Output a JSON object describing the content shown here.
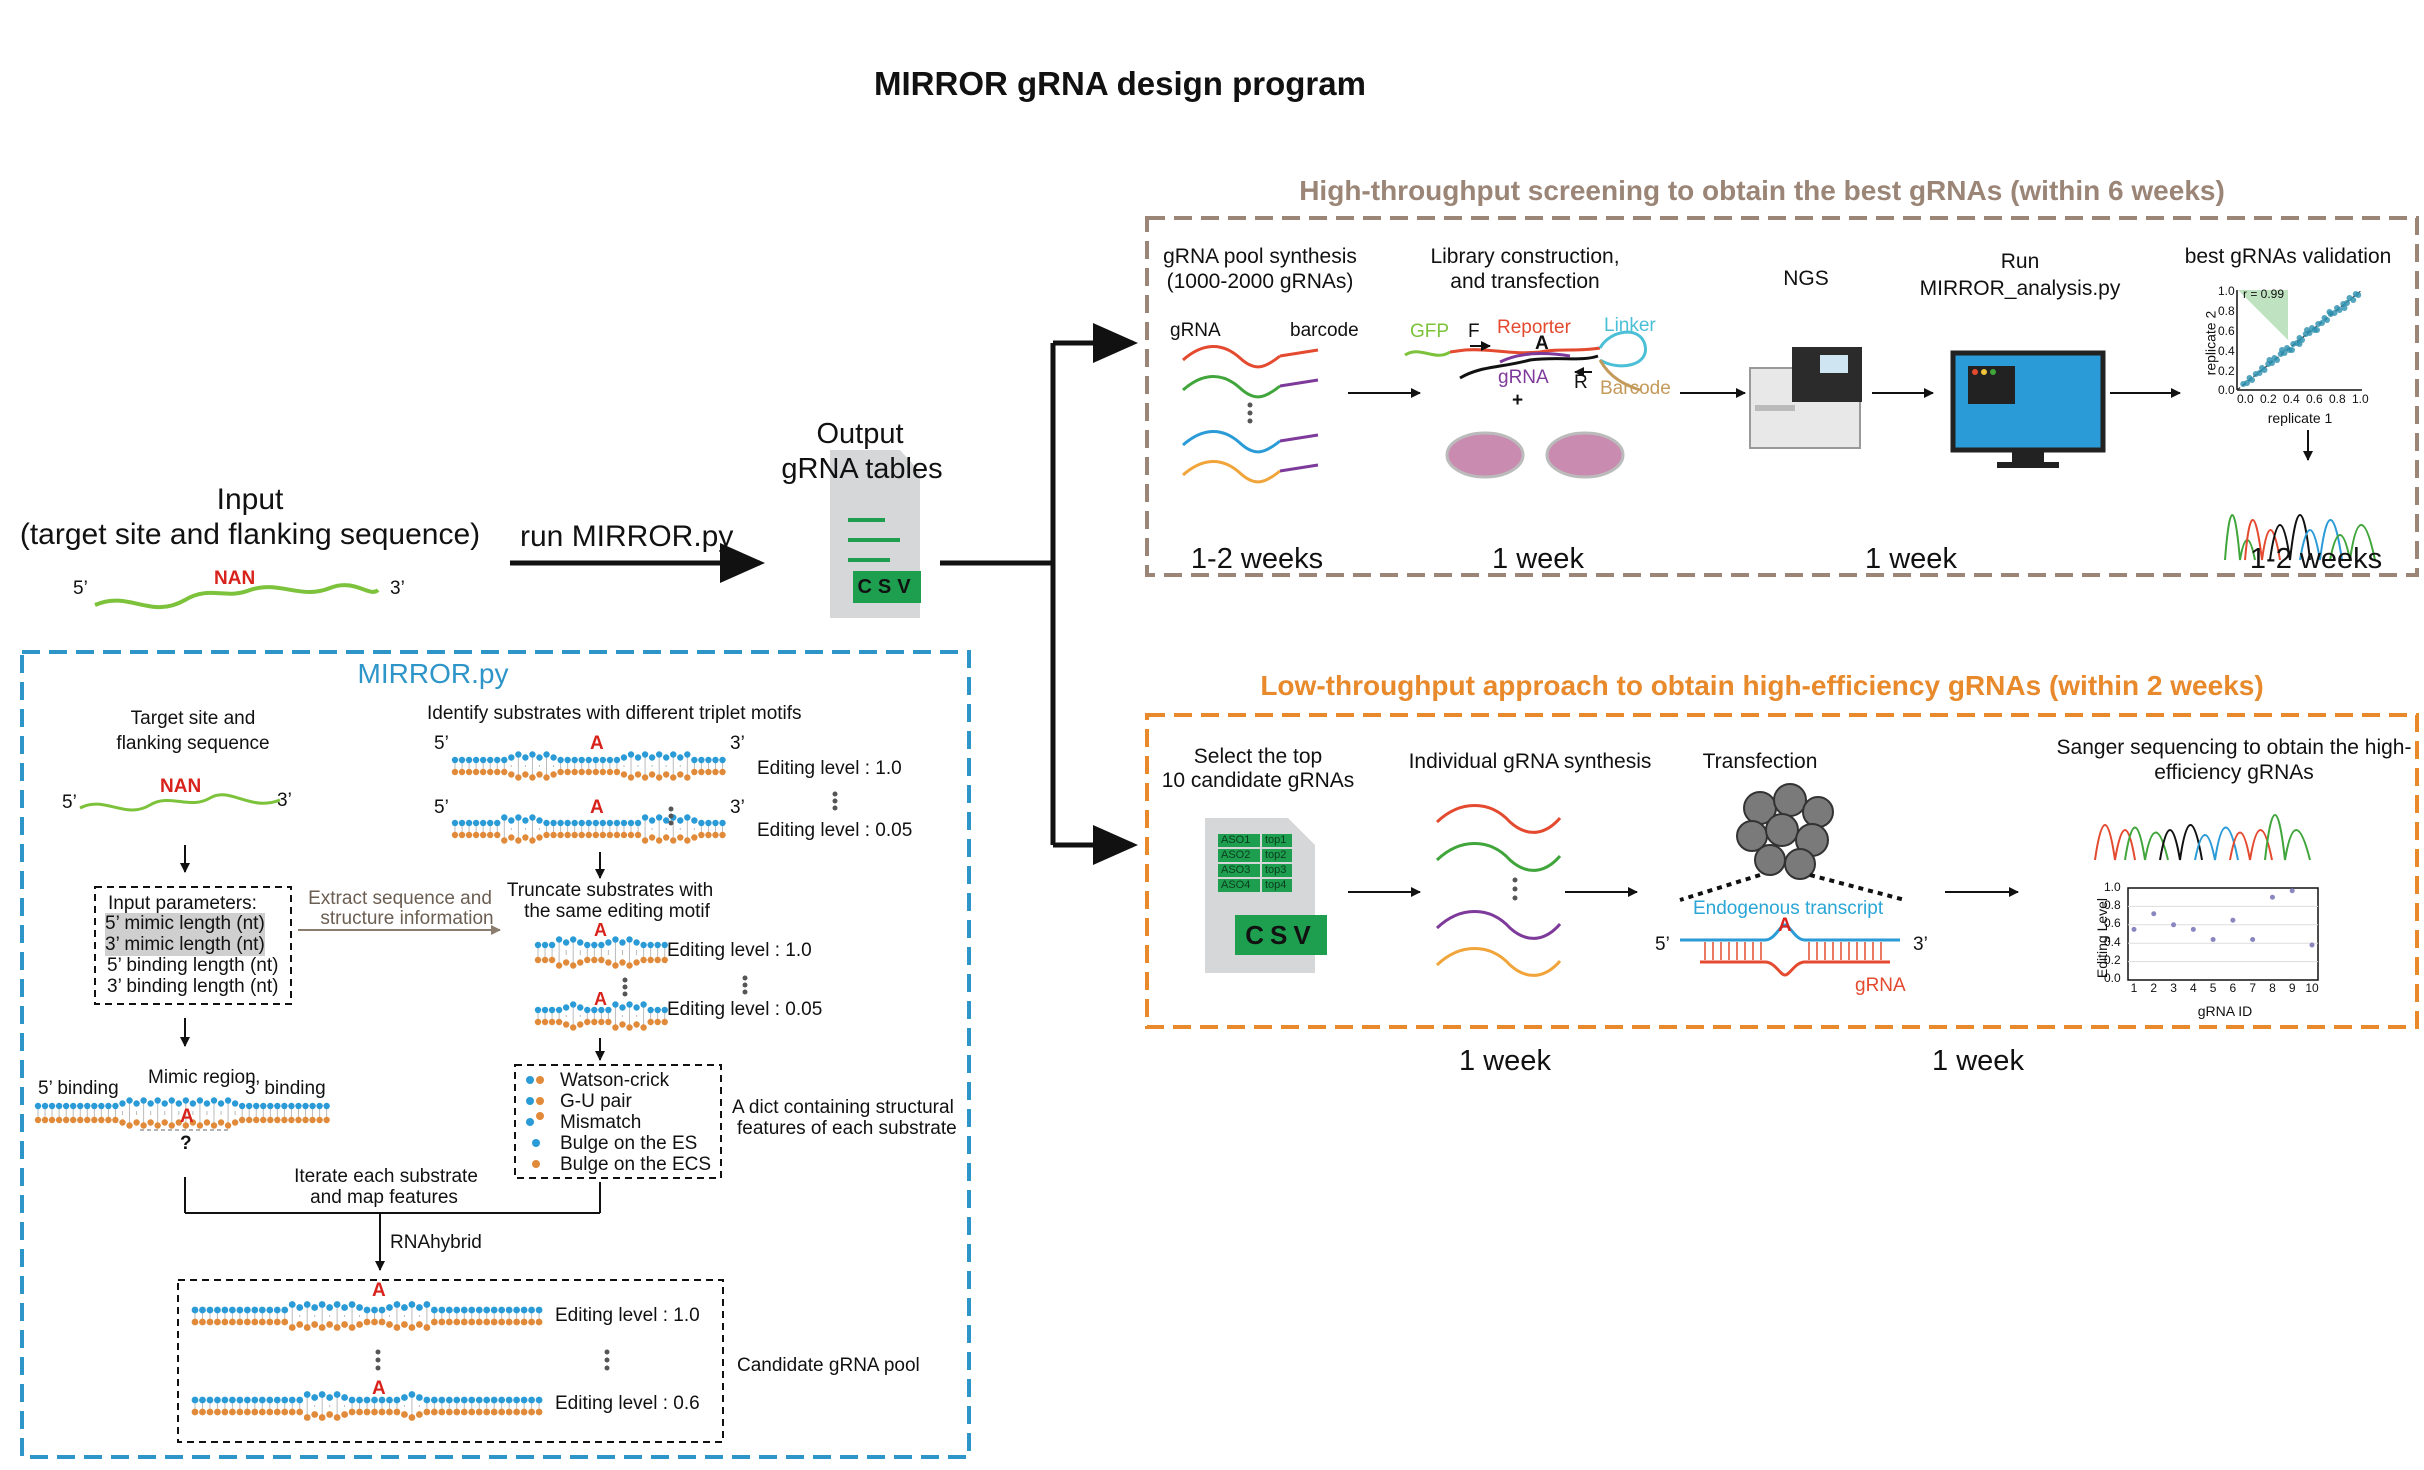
{
  "title": "MIRROR gRNA design program",
  "input": {
    "label_line1": "Input",
    "label_line2": "(target site and flanking sequence)",
    "five_prime": "5’",
    "three_prime": "3’",
    "nan": "NAN"
  },
  "run_label": "run MIRROR.py",
  "output": {
    "label_line1": "Output",
    "label_line2": "gRNA tables",
    "csv": "CSV"
  },
  "high_throughput": {
    "header": "High-throughput screening to obtain the best gRNAs (within 6 weeks)",
    "steps": [
      {
        "line1": "gRNA pool synthesis",
        "line2": "(1000-2000 gRNAs)",
        "time": "1-2 weeks"
      },
      {
        "line1": "Library construction,",
        "line2": "and transfection",
        "time": "1 week"
      },
      {
        "line1": "NGS",
        "line2": "",
        "time": "1 week"
      },
      {
        "line1": "Run",
        "line2": "MIRROR_analysis.py",
        "time": ""
      },
      {
        "line1": "best gRNAs validation",
        "line2": "",
        "time": "1-2 weeks"
      }
    ],
    "pool_labels": {
      "grna": "gRNA",
      "barcode": "barcode"
    },
    "library_labels": {
      "gfp": "GFP",
      "f": "F",
      "reporter": "Reporter",
      "a": "A",
      "linker": "Linker",
      "grna": "gRNA",
      "plus": "+",
      "r": "R",
      "barcode": "Barcode"
    },
    "scatter": {
      "r_text": "r = 0.99",
      "xlabel": "replicate 1",
      "ylabel": "replicate 2",
      "ticks": [
        "0.0",
        "0.2",
        "0.4",
        "0.6",
        "0.8",
        "1.0"
      ]
    }
  },
  "low_throughput": {
    "header": "Low-throughput approach to obtain high-efficiency gRNAs (within 2 weeks)",
    "steps": [
      {
        "line1": "Select the top",
        "line2": "10 candidate gRNAs"
      },
      {
        "line1": "Individual gRNA synthesis",
        "line2": ""
      },
      {
        "line1": "Transfection",
        "line2": ""
      },
      {
        "line1": "Sanger sequencing to obtain the high-",
        "line2": "efficiency gRNAs"
      }
    ],
    "times": [
      "1 week",
      "1 week"
    ],
    "table_rows": [
      [
        "ASO1",
        "top1"
      ],
      [
        "ASO2",
        "top2"
      ],
      [
        "ASO3",
        "top3"
      ],
      [
        "ASO4",
        "top4"
      ]
    ],
    "csv": "CSV",
    "transcript": {
      "label": "Endogenous transcript",
      "a": "A",
      "five_prime": "5’",
      "three_prime": "3’",
      "grna": "gRNA"
    },
    "editing_chart": {
      "ylabel": "Editing Level",
      "xlabel": "gRNA ID",
      "yticks": [
        "0.0",
        "0.2",
        "0.4",
        "0.6",
        "0.8",
        "1.0"
      ]
    }
  },
  "mirror_py": {
    "header": "MIRROR.py",
    "target_line1": "Target site and",
    "target_line2": "flanking sequence",
    "five_prime": "5’",
    "three_prime": "3’",
    "nan": "NAN",
    "params_title": "Input parameters:",
    "params": [
      "5’ mimic length (nt)",
      "3’ mimic length (nt)",
      "5’ binding length (nt)",
      "3’ binding length (nt)"
    ],
    "extract_line1": "Extract sequence and",
    "extract_line2": "structure information",
    "identify_label": "Identify substrates with different triplet motifs",
    "editing_1": "Editing level : 1.0",
    "editing_005": "Editing level : 0.05",
    "truncate_line1": "Truncate substrates with",
    "truncate_line2": "the same editing motif",
    "a": "A",
    "legend": [
      "Watson-crick",
      "G-U pair",
      "Mismatch",
      "Bulge on the ES",
      "Bulge on the ECS"
    ],
    "dict_line1": "A dict containing structural",
    "dict_line2": "features of each substrate",
    "binding_5": "5’ binding",
    "mimic_region": "Mimic region",
    "binding_3": "3’ binding",
    "question": "?",
    "iterate_line1": "Iterate each substrate",
    "iterate_line2": "and map features",
    "rnahybrid": "RNAhybrid",
    "pool_editing_1": "Editing level : 1.0",
    "pool_editing_06": "Editing level : 0.6",
    "candidate_pool": "Candidate gRNA pool"
  },
  "colors": {
    "brown": "#9a8576",
    "orange": "#e8892b",
    "blue": "#2e95c8",
    "green": "#1e9e4f",
    "red": "#d8231c"
  },
  "chart_data": [
    {
      "type": "scatter",
      "title": "",
      "xlabel": "replicate 1",
      "ylabel": "replicate 2",
      "xlim": [
        0,
        1
      ],
      "ylim": [
        0,
        1
      ],
      "annotation": "r = 0.99",
      "points": [
        [
          0.05,
          0.06
        ],
        [
          0.08,
          0.07
        ],
        [
          0.1,
          0.12
        ],
        [
          0.12,
          0.1
        ],
        [
          0.15,
          0.16
        ],
        [
          0.18,
          0.17
        ],
        [
          0.2,
          0.22
        ],
        [
          0.22,
          0.2
        ],
        [
          0.25,
          0.26
        ],
        [
          0.28,
          0.27
        ],
        [
          0.3,
          0.32
        ],
        [
          0.32,
          0.3
        ],
        [
          0.35,
          0.36
        ],
        [
          0.38,
          0.37
        ],
        [
          0.4,
          0.42
        ],
        [
          0.42,
          0.4
        ],
        [
          0.45,
          0.46
        ],
        [
          0.48,
          0.47
        ],
        [
          0.5,
          0.52
        ],
        [
          0.52,
          0.5
        ],
        [
          0.55,
          0.56
        ],
        [
          0.58,
          0.57
        ],
        [
          0.6,
          0.62
        ],
        [
          0.62,
          0.6
        ],
        [
          0.65,
          0.66
        ],
        [
          0.68,
          0.67
        ],
        [
          0.7,
          0.72
        ],
        [
          0.72,
          0.7
        ],
        [
          0.75,
          0.76
        ],
        [
          0.78,
          0.77
        ],
        [
          0.8,
          0.82
        ],
        [
          0.82,
          0.8
        ],
        [
          0.85,
          0.86
        ],
        [
          0.88,
          0.87
        ],
        [
          0.9,
          0.92
        ],
        [
          0.93,
          0.9
        ],
        [
          0.95,
          0.96
        ],
        [
          0.97,
          0.95
        ],
        [
          0.36,
          0.4
        ],
        [
          0.44,
          0.4
        ],
        [
          0.56,
          0.6
        ],
        [
          0.64,
          0.6
        ],
        [
          0.74,
          0.78
        ],
        [
          0.86,
          0.82
        ],
        [
          0.26,
          0.3
        ],
        [
          0.5,
          0.46
        ]
      ]
    },
    {
      "type": "scatter",
      "title": "",
      "xlabel": "gRNA ID",
      "ylabel": "Editing Level",
      "ylim": [
        0,
        1
      ],
      "x": [
        1,
        2,
        3,
        4,
        5,
        6,
        7,
        8,
        9,
        10
      ],
      "values": [
        0.55,
        0.72,
        0.6,
        0.55,
        0.44,
        0.65,
        0.44,
        0.9,
        0.97,
        0.38
      ]
    }
  ]
}
